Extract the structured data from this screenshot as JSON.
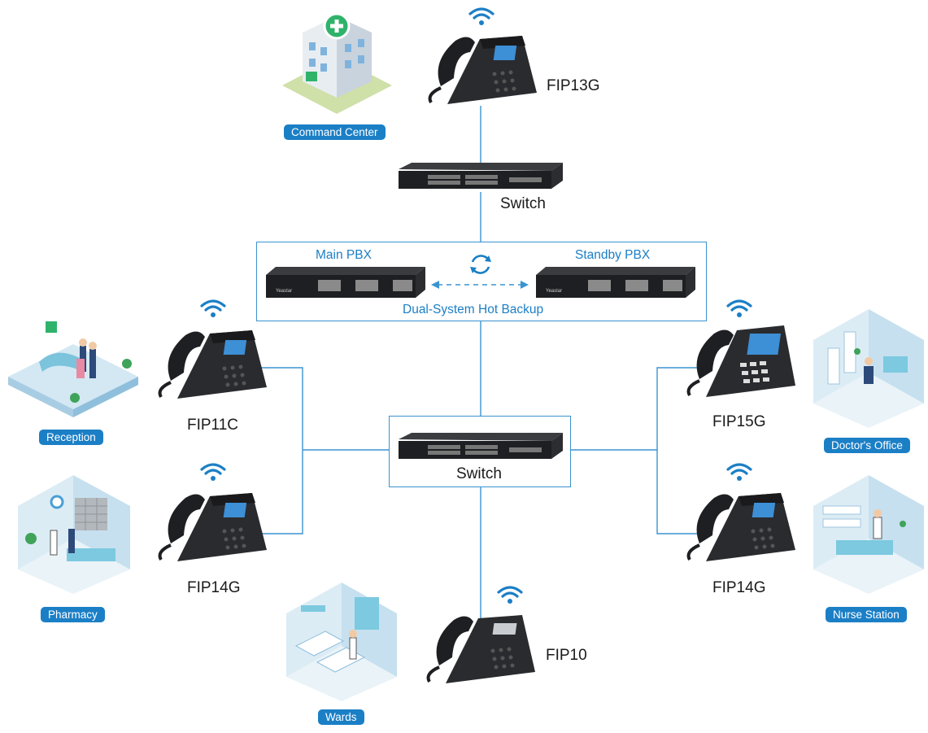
{
  "nodes": {
    "top_phone": "FIP13G",
    "top_switch": "Switch",
    "center_switch": "Switch",
    "left_phone_1": "FIP11C",
    "left_phone_2": "FIP14G",
    "right_phone_1": "FIP15G",
    "right_phone_2": "FIP14G",
    "bottom_phone": "FIP10"
  },
  "pbx": {
    "main": "Main PBX",
    "standby": "Standby PBX",
    "backup": "Dual-System Hot Backup"
  },
  "locations": {
    "command_center": "Command Center",
    "reception": "Reception",
    "pharmacy": "Pharmacy",
    "doctors_office": "Doctor's Office",
    "nurse_station": "Nurse Station",
    "wards": "Wards"
  },
  "colors": {
    "accent": "#1b7fc6",
    "line": "#3a93d1",
    "device": "#1e1f22"
  }
}
